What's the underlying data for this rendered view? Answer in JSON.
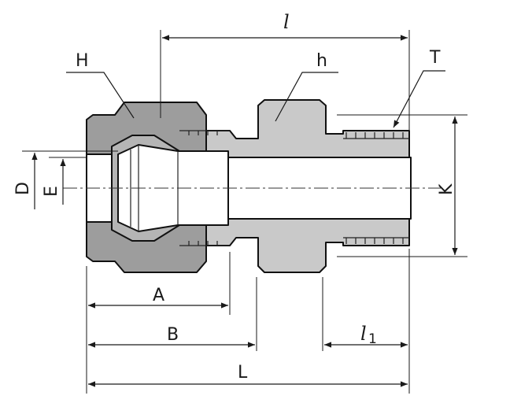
{
  "diagram": {
    "labels": {
      "l": "l",
      "H": "H",
      "h": "h",
      "T": "T",
      "D": "D",
      "E": "E",
      "K": "K",
      "A": "A",
      "B": "B",
      "l1_main": "l",
      "l1_sub": "1",
      "L": "L"
    },
    "colors": {
      "body_fill": "#c9c9c9",
      "nut_fill": "#9d9d9d",
      "ferrule_fill": "#b5b5b5",
      "bore_fill": "#ffffff",
      "line": "#111111"
    }
  }
}
